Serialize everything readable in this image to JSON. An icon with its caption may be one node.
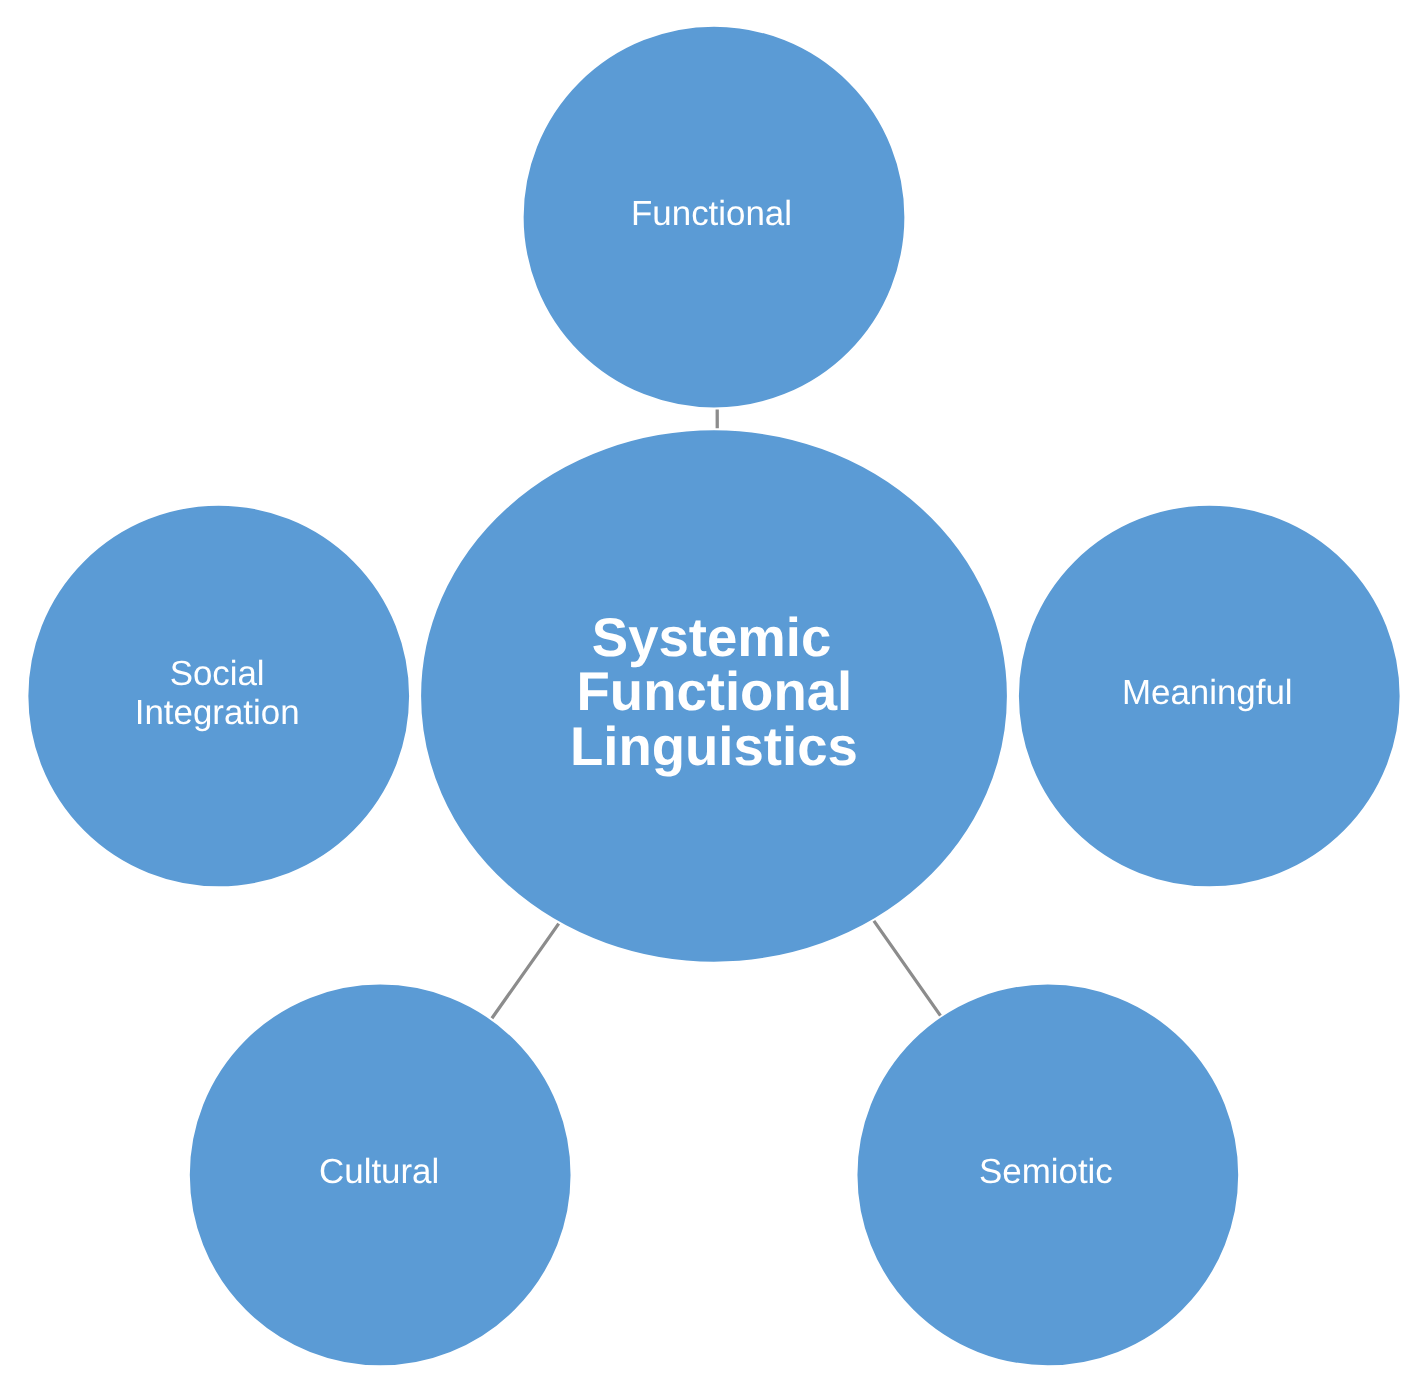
{
  "diagram": {
    "nodes": [
      {
        "text": [
          "Functional"
        ]
      },
      {
        "text": [
          "Social Integration"
        ]
      },
      {
        "text": [
          "Systemic Functional Linguistics"
        ]
      },
      {
        "text": [
          "Meaningful"
        ]
      },
      {
        "text": [
          "Cultural"
        ]
      },
      {
        "text": [
          "Semiotic"
        ]
      }
    ],
    "edges": [
      {
        "from": 2,
        "to": 0,
        "arrow": "none"
      },
      {
        "from": 2,
        "to": 4,
        "arrow": "none"
      },
      {
        "from": 2,
        "to": 5,
        "arrow": "none"
      }
    ]
  }
}
